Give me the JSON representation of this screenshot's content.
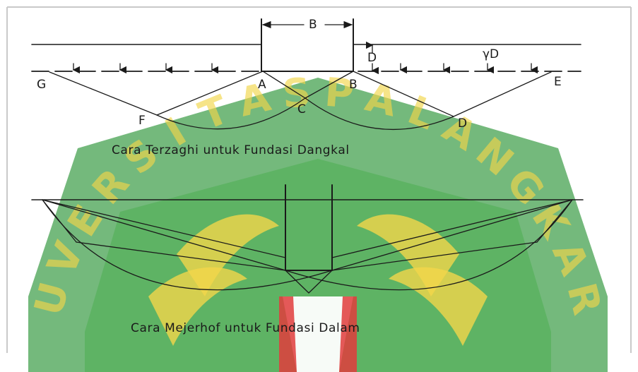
{
  "terzaghi": {
    "labels": {
      "width": "B",
      "depth": "D",
      "surcharge": "γD",
      "point_g": "G",
      "point_a": "A",
      "point_b": "B",
      "point_e": "E",
      "point_f": "F",
      "point_c": "C",
      "point_d": "D"
    },
    "caption": "Cara Terzaghi untuk Fundasi Dangkal"
  },
  "meyerhof": {
    "caption": "Cara Mejerhof untuk Fundasi Dalam"
  },
  "watermark": {
    "letters": [
      "U",
      "V",
      "E",
      "R",
      "S",
      "I",
      "T",
      "A",
      "S",
      "P",
      "A",
      "L",
      "A",
      "N",
      "G",
      "K",
      "A",
      "R"
    ],
    "colors": {
      "green": "#3f9e4a",
      "yellow": "#f2d64a",
      "white": "#ffffff",
      "red": "#e03c3c"
    }
  }
}
